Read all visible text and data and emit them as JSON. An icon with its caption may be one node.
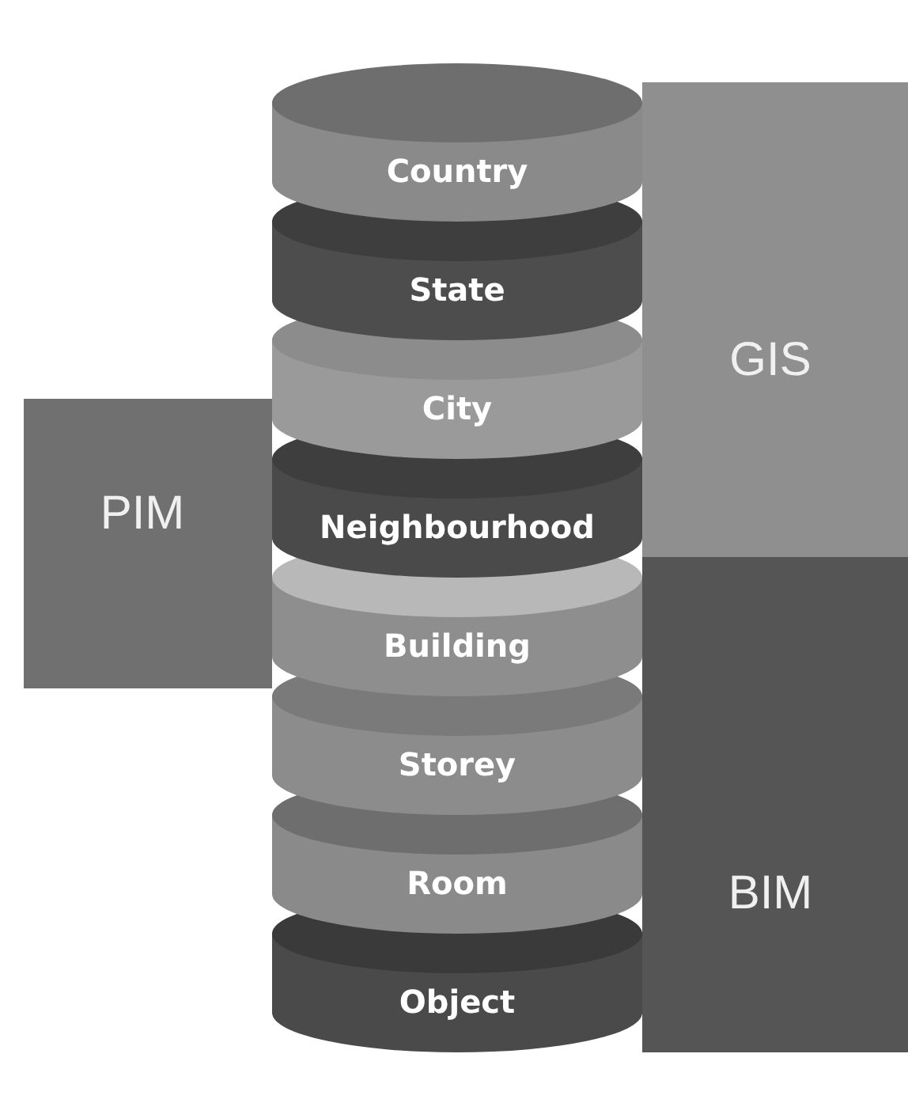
{
  "diagram": {
    "nodes": [
      {
        "text": [
          "Country"
        ]
      },
      {
        "text": [
          "State"
        ]
      },
      {
        "text": [
          "City"
        ]
      },
      {
        "text": [
          "Neighbourhood"
        ]
      },
      {
        "text": [
          "Building"
        ]
      },
      {
        "text": [
          "Storey"
        ]
      },
      {
        "text": [
          "Room"
        ]
      },
      {
        "text": [
          "Object"
        ]
      },
      {
        "text": [
          "GIS"
        ]
      },
      {
        "text": [
          "PIM"
        ]
      },
      {
        "text": [
          "BIM"
        ]
      }
    ]
  }
}
